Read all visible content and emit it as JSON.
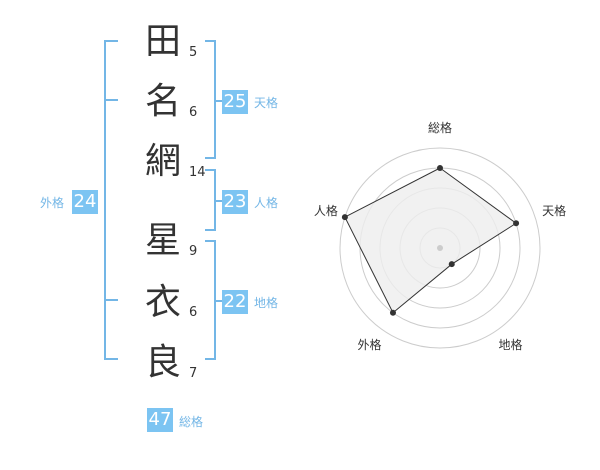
{
  "name_chars": [
    {
      "char": "田",
      "strokes": "5"
    },
    {
      "char": "名",
      "strokes": "6"
    },
    {
      "char": "網",
      "strokes": "14"
    },
    {
      "char": "星",
      "strokes": "9"
    },
    {
      "char": "衣",
      "strokes": "6"
    },
    {
      "char": "良",
      "strokes": "7"
    }
  ],
  "fortunes": {
    "tenkaku": {
      "value": "25",
      "label": "天格"
    },
    "jinkaku": {
      "value": "23",
      "label": "人格"
    },
    "chikaku": {
      "value": "22",
      "label": "地格"
    },
    "gaikaku": {
      "value": "24",
      "label": "外格"
    },
    "soukaku": {
      "value": "47",
      "label": "総格"
    }
  },
  "radar": {
    "axes": [
      "総格",
      "天格",
      "地格",
      "外格",
      "人格"
    ],
    "values": [
      4,
      4,
      1,
      4,
      5
    ],
    "max": 5,
    "colors": {
      "fill": "#eeeeee",
      "line": "#333333",
      "grid": "#cccccc",
      "center": "#cccccc",
      "point": "#333333"
    }
  },
  "colors": {
    "accent": "#7cc4f2",
    "bracket": "#73b6e6",
    "text": "#333333"
  }
}
